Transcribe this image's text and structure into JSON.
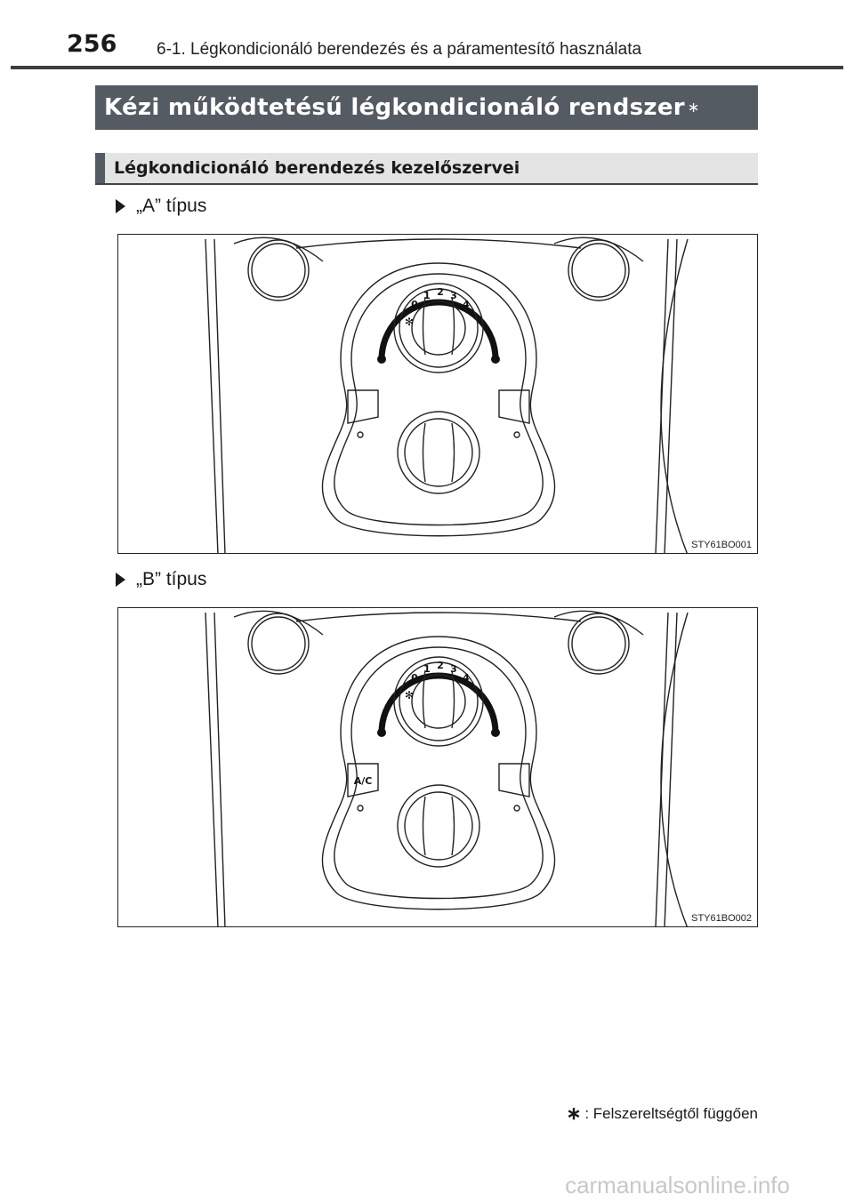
{
  "header": {
    "page_number": "256",
    "running_title": "6-1. Légkondicionáló berendezés és a páramentesítő használata"
  },
  "section": {
    "title": "Kézi működtetésű légkondicionáló rendszer",
    "asterisk": "∗"
  },
  "subsection": {
    "title": "Légkondicionáló berendezés kezelőszervei"
  },
  "variants": [
    {
      "label": "„A” típus",
      "figure_code": "STY61BO001",
      "fan_scale": [
        "0",
        "1",
        "2",
        "3",
        "4"
      ],
      "has_ac_button": false
    },
    {
      "label": "„B” típus",
      "figure_code": "STY61BO002",
      "fan_scale": [
        "0",
        "1",
        "2",
        "3",
        "4"
      ],
      "ac_button_label": "A/C",
      "has_ac_button": true
    }
  ],
  "footnote": {
    "asterisk": "∗",
    "text": ": Felszereltségtől függően"
  },
  "watermark": {
    "text": "carmanualsonline.info"
  }
}
